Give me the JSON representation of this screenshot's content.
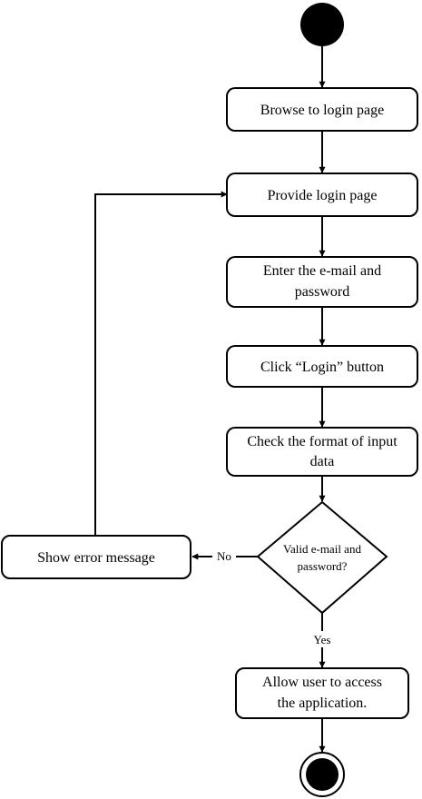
{
  "nodes": {
    "browse": "Browse to login page",
    "provide": "Provide login page",
    "enter_line1": "Enter the e-mail and",
    "enter_line2": "password",
    "click": "Click “Login” button",
    "check_line1": "Check the format of input",
    "check_line2": "data",
    "decision_line1": "Valid e-mail and",
    "decision_line2": "password?",
    "error": "Show error message",
    "allow_line1": "Allow user to access",
    "allow_line2": "the application."
  },
  "edges": {
    "no_label": "No",
    "yes_label": "Yes"
  },
  "colors": {
    "stroke": "#000000",
    "fill": "#ffffff",
    "node_fill_start": "#000000"
  }
}
